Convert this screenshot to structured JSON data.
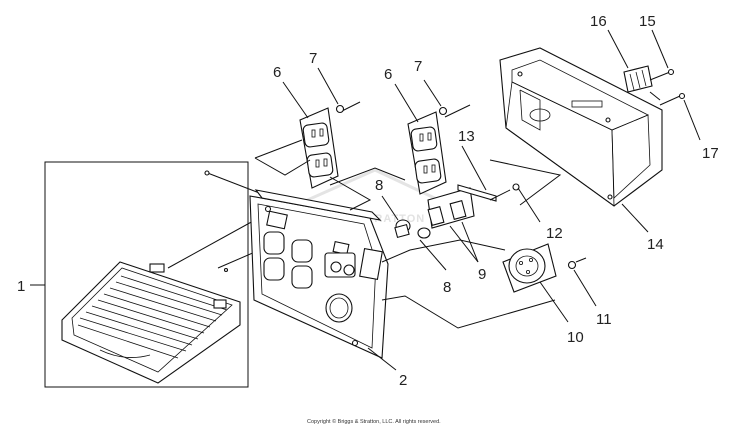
{
  "diagram": {
    "callouts": {
      "c1": "1",
      "c2": "2",
      "c6a": "6",
      "c6b": "6",
      "c7a": "7",
      "c7b": "7",
      "c8a": "8",
      "c8b": "8",
      "c9": "9",
      "c10": "10",
      "c11": "11",
      "c12": "12",
      "c13": "13",
      "c14": "14",
      "c15": "15",
      "c16": "16",
      "c17": "17"
    },
    "watermark": "BRIGGS&STRATTON",
    "copyright": "Copyright © Briggs & Stratton, LLC. All rights reserved."
  }
}
